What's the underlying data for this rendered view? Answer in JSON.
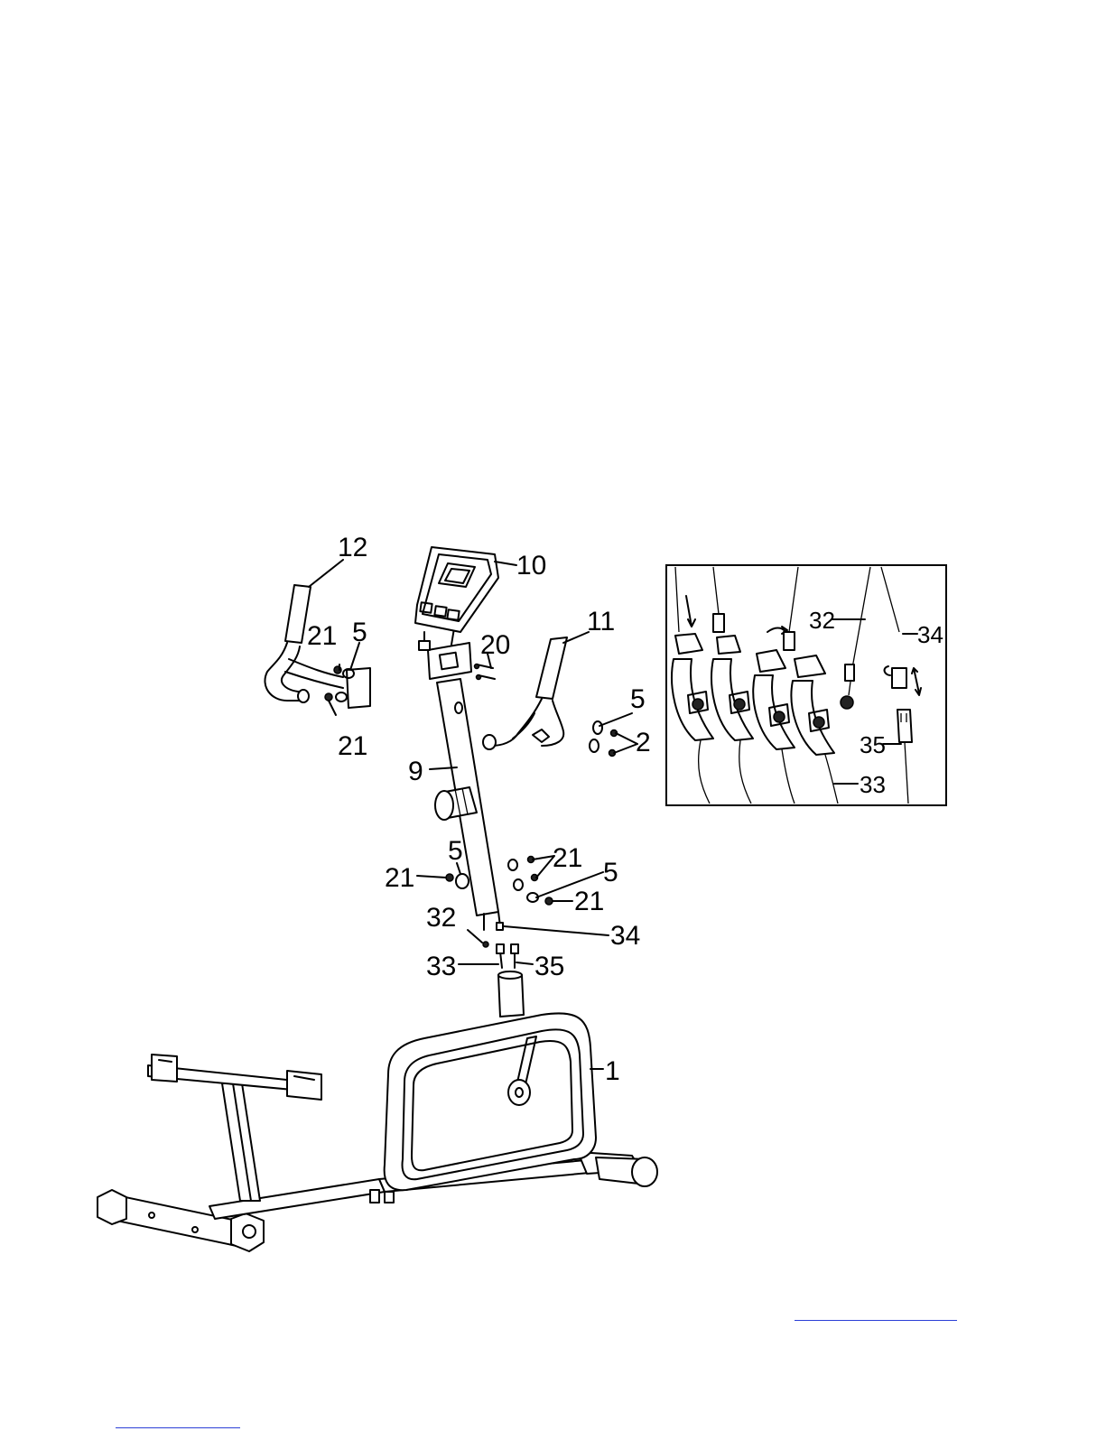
{
  "callouts": {
    "c12": "12",
    "c10": "10",
    "c11": "11",
    "c20": "20",
    "c21a": "21",
    "c5a": "5",
    "c21b": "21",
    "c5b": "5",
    "c2": "2",
    "c9": "9",
    "c5c": "5",
    "c21c": "21",
    "c21d": "21",
    "c5d": "5",
    "c21e": "21",
    "c32": "32",
    "c34": "34",
    "c33": "33",
    "c35": "35",
    "c1": "1"
  },
  "inset": {
    "c32": "32",
    "c34": "34",
    "c35": "35",
    "c33": "33"
  },
  "colors": {
    "ink": "#000000",
    "link_underline": "#2b3fd6"
  }
}
